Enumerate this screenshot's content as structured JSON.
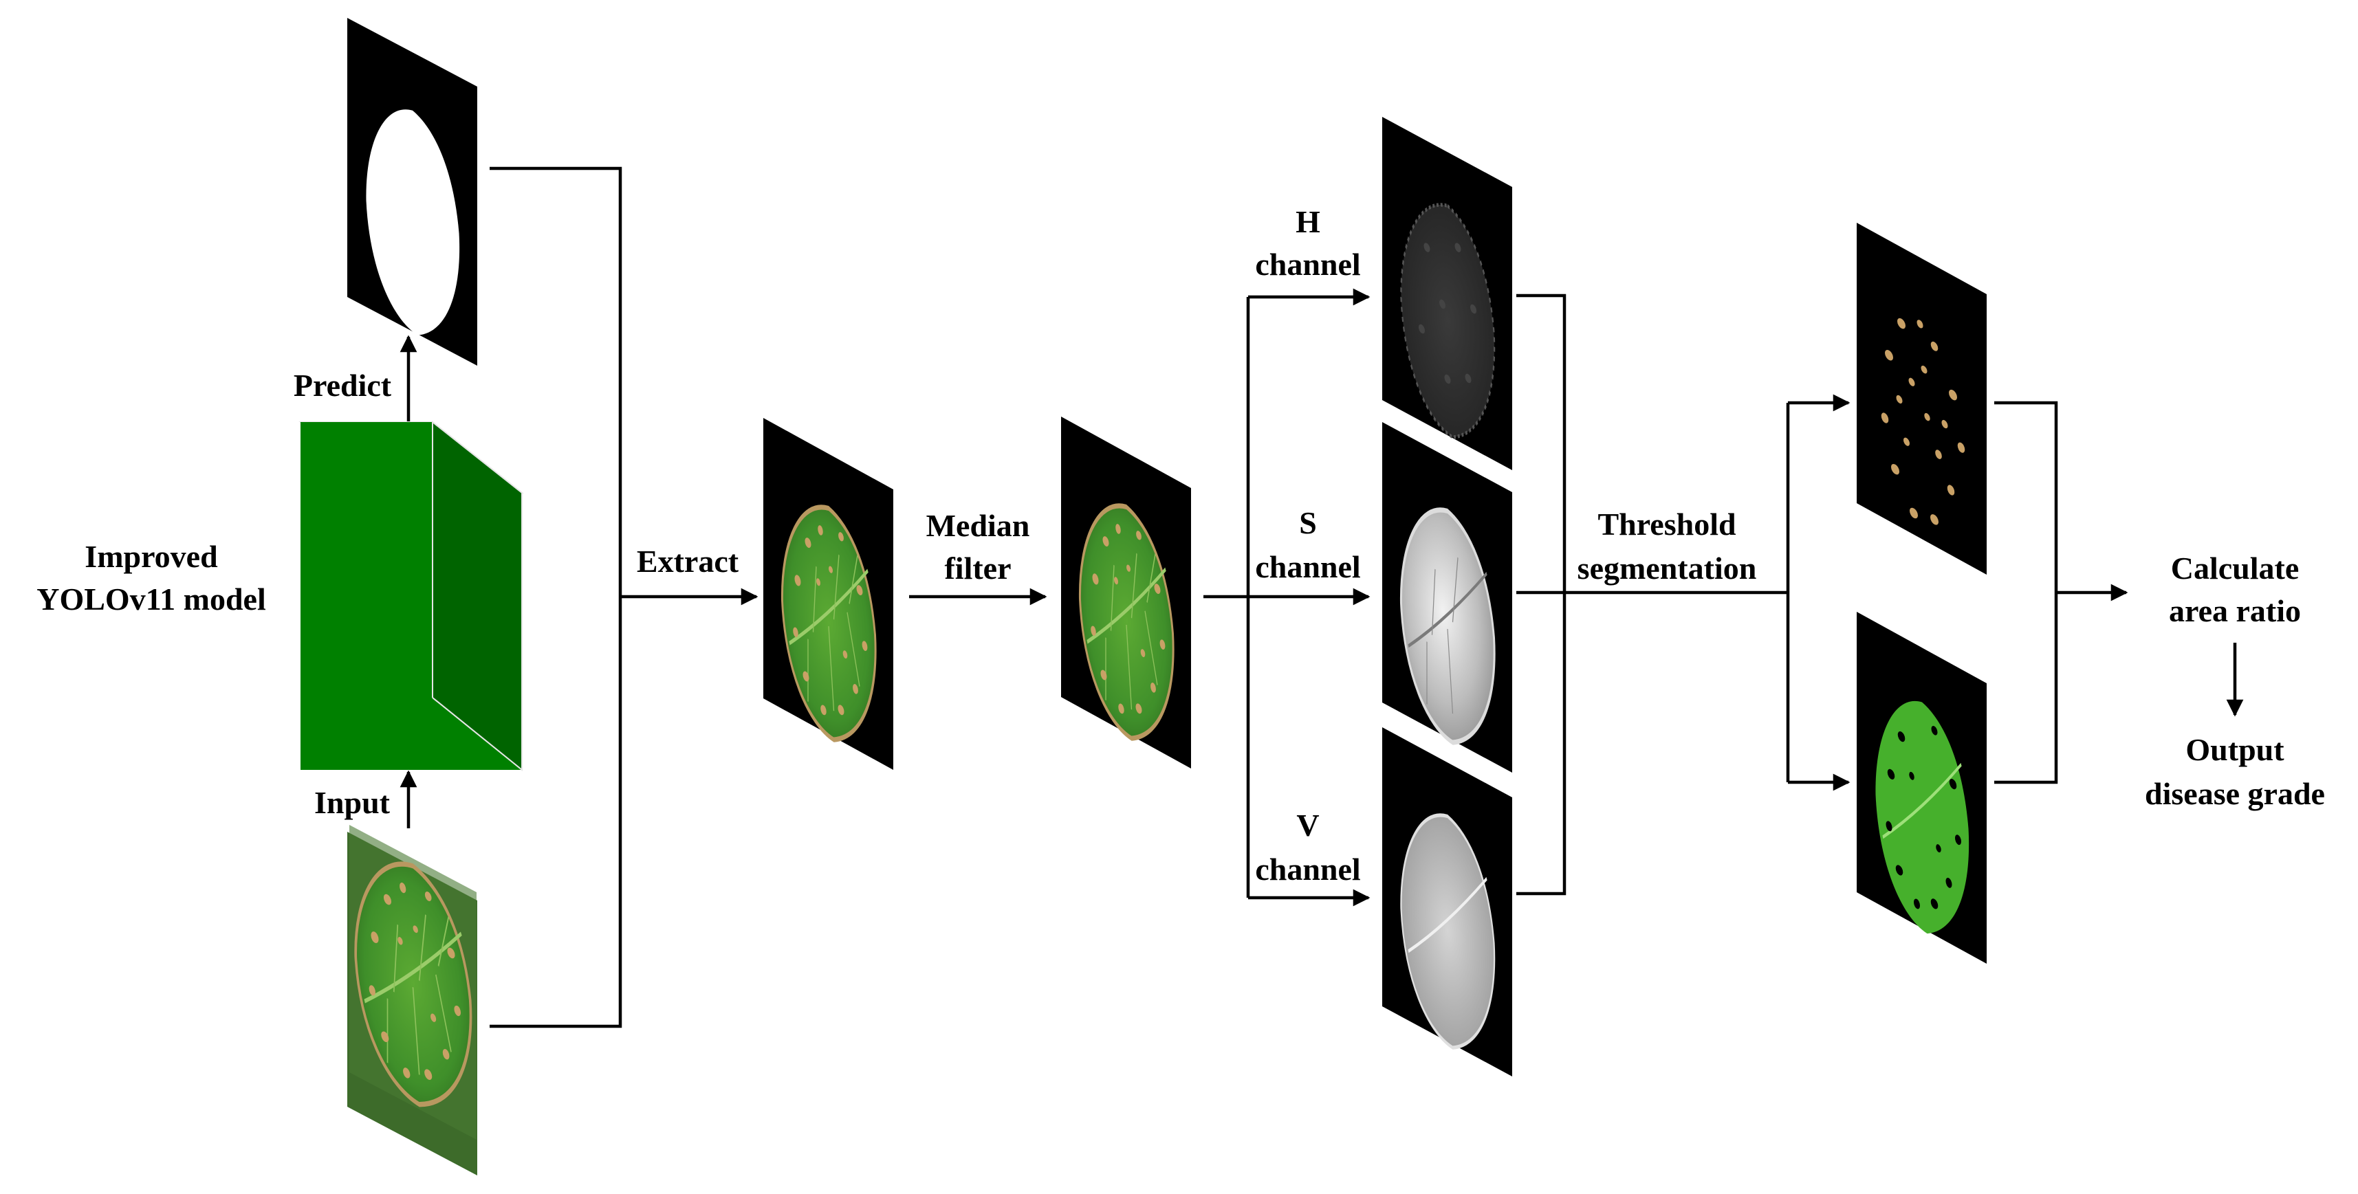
{
  "labels": {
    "predict": "Predict",
    "input": "Input",
    "model_line1": "Improved",
    "model_line2": "YOLOv11 model",
    "extract": "Extract",
    "median_line1": "Median",
    "median_line2": "filter",
    "h_line1": "H",
    "h_line2": "channel",
    "s_line1": "S",
    "s_line2": "channel",
    "v_line1": "V",
    "v_line2": "channel",
    "threshold_line1": "Threshold",
    "threshold_line2": "segmentation",
    "calc_line1": "Calculate",
    "calc_line2": "area ratio",
    "output_line1": "Output",
    "output_line2": "disease grade"
  },
  "colors": {
    "model_front": "#008000",
    "model_top": "#00a000",
    "model_side": "#006400",
    "image_bg": "#000000",
    "leaf_green": "#3f8f2a",
    "lesion_tan": "#c9a166",
    "mask_white": "#ffffff"
  },
  "icons": {
    "model": "3d-box-icon",
    "mask": "leaf-mask-icon",
    "leaf": "leaf-image-icon"
  }
}
